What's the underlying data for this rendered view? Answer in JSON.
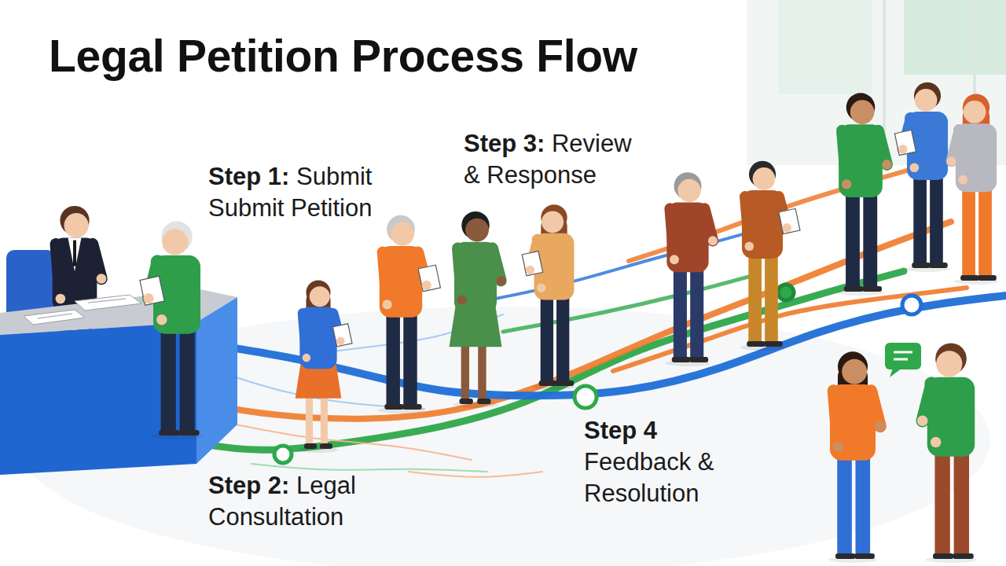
{
  "diagram": {
    "title": "Legal Petition Process Flow",
    "labels": [
      "Step 1: Submit Submit Petition",
      "Step 2: Legal Consultation",
      "Step 3: Review & Response",
      "Step 4 Feedback & Resolution"
    ]
  }
}
